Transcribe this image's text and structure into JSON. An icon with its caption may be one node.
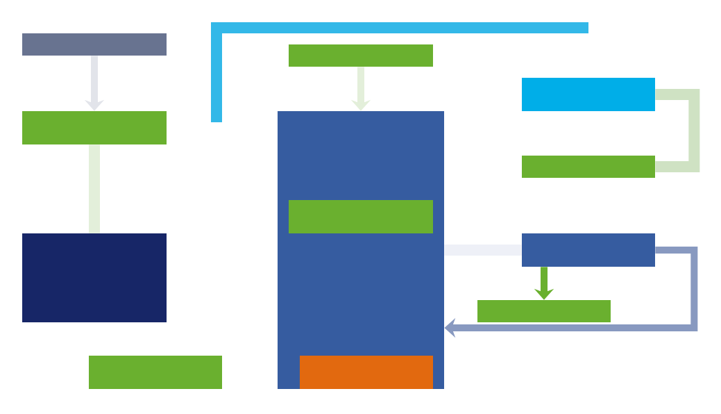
{
  "diagram": {
    "nodes": [
      {
        "text": [],
        "shape": "box"
      },
      {
        "text": [],
        "shape": "box"
      },
      {
        "text": [],
        "shape": "box"
      },
      {
        "text": [],
        "shape": "box"
      },
      {
        "text": [],
        "shape": "box"
      },
      {
        "text": [],
        "shape": "box"
      },
      {
        "text": [],
        "shape": "box",
        "in": 5
      },
      {
        "text": [],
        "shape": "box",
        "in": 5
      },
      {
        "text": [],
        "shape": "box"
      },
      {
        "text": [],
        "shape": "box"
      },
      {
        "text": [],
        "shape": "box"
      },
      {
        "text": [],
        "shape": "box"
      }
    ],
    "edges": [
      {
        "from": 0,
        "to": 1,
        "arrow": "to",
        "color": "#e2e4ea"
      },
      {
        "from": 1,
        "to": 2,
        "arrow": "none",
        "color": "#e3efda"
      },
      {
        "from": 4,
        "to": 5,
        "arrow": "to",
        "color": "#e3efda"
      },
      {
        "from": 8,
        "to": 9,
        "arrow": "none",
        "color": "#cfe2c3"
      },
      {
        "from": 10,
        "to": 5,
        "arrow": "none",
        "color": "#eef0f7"
      },
      {
        "from": 10,
        "to": 5,
        "arrow": "to",
        "color": "#8899c0"
      },
      {
        "from": 10,
        "to": 11,
        "arrow": "to",
        "color": "#6ab02f"
      }
    ]
  }
}
